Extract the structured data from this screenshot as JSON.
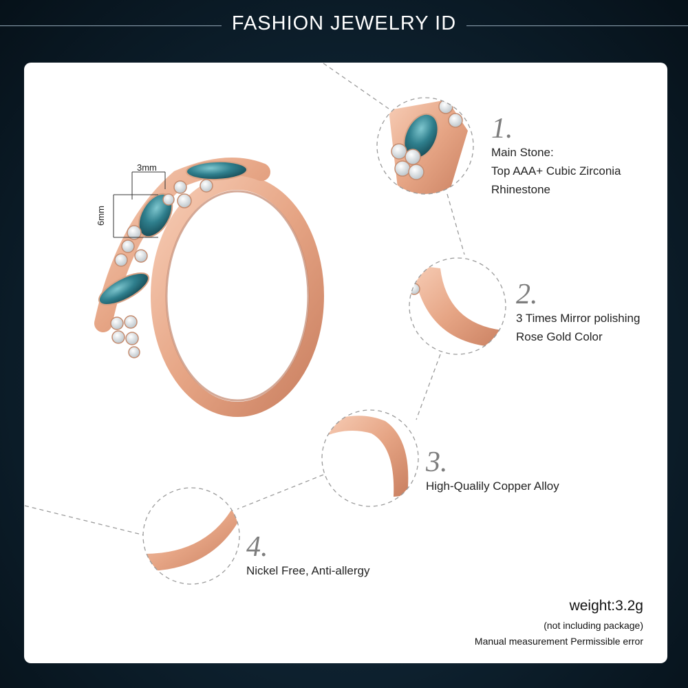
{
  "header": {
    "title": "FASHION JEWELRY ID"
  },
  "product": {
    "dimension_width": "3mm",
    "dimension_height": "6mm"
  },
  "features": [
    {
      "number": "1.",
      "lines": [
        "Main Stone:",
        "Top AAA+ Cubic Zirconia",
        "Rhinestone"
      ]
    },
    {
      "number": "2.",
      "lines": [
        "3 Times Mirror polishing",
        "Rose Gold Color"
      ]
    },
    {
      "number": "3.",
      "lines": [
        "High-Qualily Copper Alloy"
      ]
    },
    {
      "number": "4.",
      "lines": [
        "Nickel Free, Anti-allergy"
      ]
    }
  ],
  "specs": {
    "weight": "weight:3.2g",
    "note1": "(not including package)",
    "note2": "Manual measurement Permissible error"
  },
  "colors": {
    "rose_gold": "#e9a98a",
    "stone_blue": "#2f7f8d",
    "background": "#0f2433"
  }
}
